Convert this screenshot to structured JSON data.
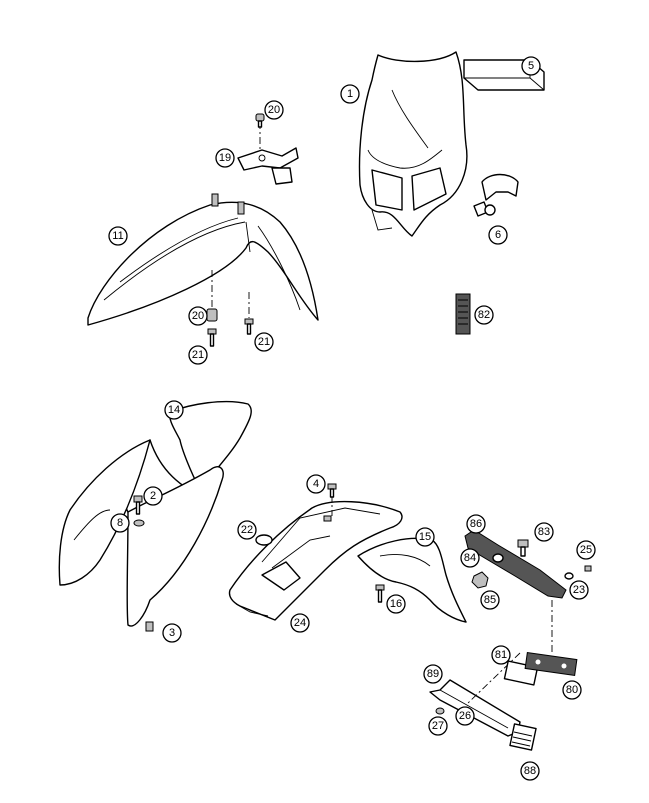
{
  "callouts": [
    {
      "label": "1"
    },
    {
      "label": "5"
    },
    {
      "label": "20"
    },
    {
      "label": "19"
    },
    {
      "label": "11"
    },
    {
      "label": "6"
    },
    {
      "label": "82"
    },
    {
      "label": "20"
    },
    {
      "label": "21"
    },
    {
      "label": "21"
    },
    {
      "label": "14"
    },
    {
      "label": "2"
    },
    {
      "label": "4"
    },
    {
      "label": "8"
    },
    {
      "label": "22"
    },
    {
      "label": "15"
    },
    {
      "label": "86"
    },
    {
      "label": "83"
    },
    {
      "label": "25"
    },
    {
      "label": "84"
    },
    {
      "label": "23"
    },
    {
      "label": "85"
    },
    {
      "label": "16"
    },
    {
      "label": "3"
    },
    {
      "label": "24"
    },
    {
      "label": "81"
    },
    {
      "label": "89"
    },
    {
      "label": "80"
    },
    {
      "label": "26"
    },
    {
      "label": "27"
    },
    {
      "label": "88"
    }
  ]
}
